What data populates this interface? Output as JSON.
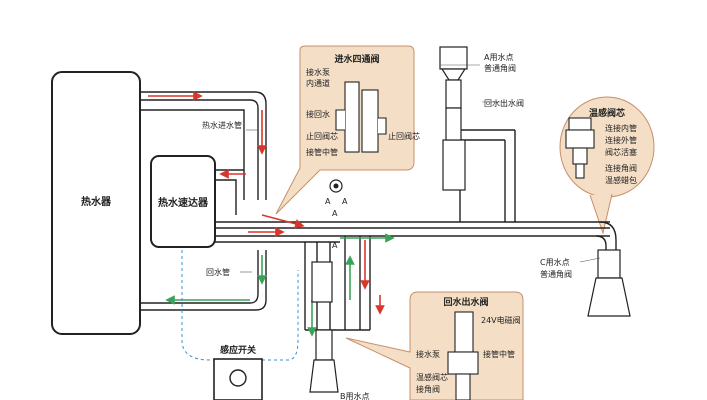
{
  "heater": {
    "label": "热水器"
  },
  "booster": {
    "label": "热水速达器"
  },
  "sensor_switch": {
    "label": "感应开关"
  },
  "pipe_labels": {
    "hot_water_pipe": "热水进水管",
    "return_pipe": "回水管"
  },
  "four_way_valve": {
    "title": "进水四通阀",
    "labels": [
      "接水泵",
      "内通道",
      "接回水",
      "止回阀芯",
      "接管中管",
      "止回阀芯"
    ]
  },
  "valve_core": {
    "title": "温感阀芯",
    "labels": [
      "连接内管",
      "连接外管",
      "阀芯活塞",
      "连接角阀",
      "温感蜡包"
    ]
  },
  "outlet_a": {
    "title": "A用水点",
    "subtitle": "普通角阀",
    "extra": "回水出水阀"
  },
  "outlet_b": {
    "title": "B用水点"
  },
  "outlet_c": {
    "title": "C用水点",
    "subtitle": "普通角阀"
  },
  "return_outlet_valve": {
    "title": "回水出水阀",
    "labels": [
      "24V电磁阀",
      "接水泵",
      "接管中管",
      "温感阀芯",
      "接角阀"
    ]
  },
  "section_marks": {
    "a1": "A",
    "a2": "A",
    "a3": "A",
    "a4": "A"
  },
  "colors": {
    "callout_fill": "#f4dfc6",
    "callout_stroke": "#c88f6a",
    "hot_arrow": "#d9362b",
    "return_arrow": "#3aa35b",
    "dashed_wire": "#3a8fcf",
    "pipe": "#222222"
  }
}
